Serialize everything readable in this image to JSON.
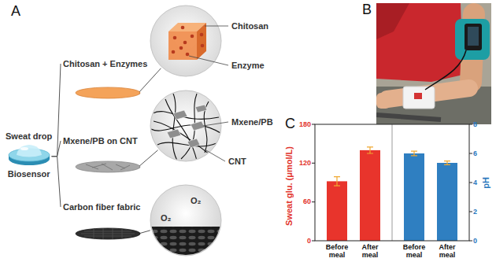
{
  "diagram": {
    "nodes": [
      {
        "text": [
          "Sweat drop",
          "Biosensor"
        ]
      },
      {
        "text": [
          "Chitosan + Enzymes"
        ]
      },
      {
        "text": [
          "Mxene/PB on CNT"
        ]
      },
      {
        "text": [
          "Carbon fiber fabric"
        ]
      },
      {
        "text": [
          "Chitosan",
          "Enzyme"
        ]
      },
      {
        "text": [
          "Mxene/PB",
          "CNT"
        ]
      },
      {
        "text": [
          "O₂",
          "O₂"
        ]
      }
    ],
    "edges": [
      {
        "from": 0,
        "to": 1,
        "arrow": "none"
      },
      {
        "from": 0,
        "to": 2,
        "arrow": "none"
      },
      {
        "from": 0,
        "to": 3,
        "arrow": "none"
      },
      {
        "from": 1,
        "to": 4,
        "arrow": "none"
      },
      {
        "from": 2,
        "to": 5,
        "arrow": "none"
      },
      {
        "from": 3,
        "to": 6,
        "arrow": "none"
      }
    ],
    "labels": [
      "A",
      "B",
      "C",
      "Sweat glu. (μmol/L)",
      "0",
      "60",
      "120",
      "180",
      "pH",
      "0",
      "2",
      "4",
      "6",
      "8",
      "Before meal",
      "After meal",
      "Before meal",
      "After meal"
    ]
  }
}
